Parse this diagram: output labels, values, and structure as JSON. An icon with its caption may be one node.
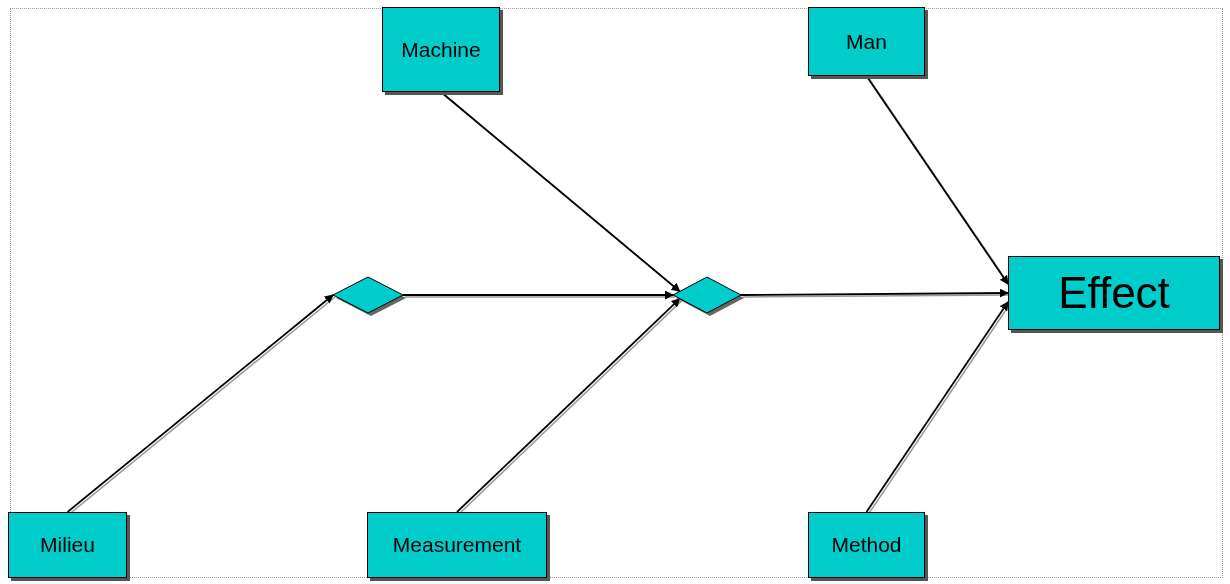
{
  "diagram": {
    "nodes": [
      {
        "text": [
          "Machine"
        ]
      },
      {
        "text": [
          "Man"
        ]
      },
      {
        "text": [],
        "shape": "diamond"
      },
      {
        "text": [],
        "shape": "diamond"
      },
      {
        "text": [
          "Effect"
        ]
      },
      {
        "text": [
          "Milieu"
        ]
      },
      {
        "text": [
          "Measurement"
        ]
      },
      {
        "text": [
          "Method"
        ]
      }
    ],
    "edges": [
      {
        "from": 5,
        "to": 2,
        "arrow": "to"
      },
      {
        "from": 2,
        "to": 3,
        "arrow": "to"
      },
      {
        "from": 0,
        "to": 3,
        "arrow": "to"
      },
      {
        "from": 6,
        "to": 3,
        "arrow": "to"
      },
      {
        "from": 3,
        "to": 4,
        "arrow": "to"
      },
      {
        "from": 1,
        "to": 4,
        "arrow": "to"
      },
      {
        "from": 7,
        "to": 4,
        "arrow": "to"
      }
    ]
  }
}
